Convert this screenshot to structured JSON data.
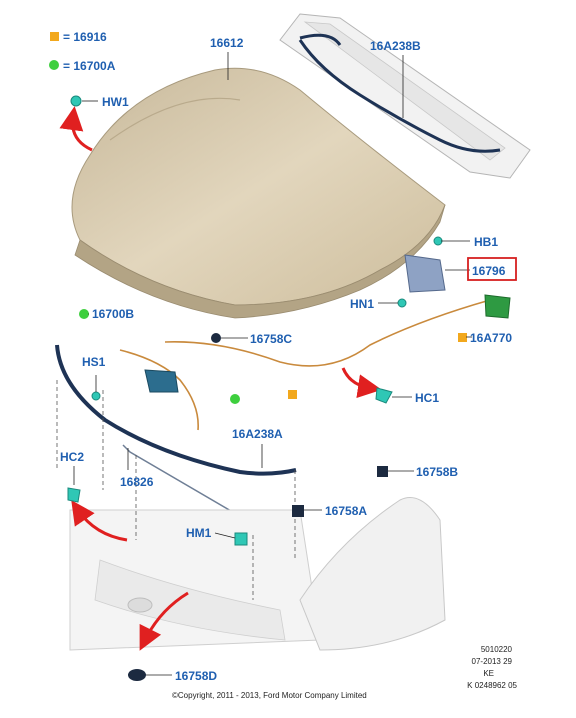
{
  "legend": [
    {
      "symbol": "square",
      "color": "#f2a81d",
      "text": "16916"
    },
    {
      "symbol": "circle",
      "color": "#3ecf3e",
      "text": "16700A"
    }
  ],
  "labels": {
    "l16612": "16612",
    "l16A238B": "16A238B",
    "lHW1": "HW1",
    "lHB1": "HB1",
    "l16796": "16796",
    "lHN1": "HN1",
    "l16A770": "16A770",
    "l16758C": "16758C",
    "l16700B": "16700B",
    "lHS1": "HS1",
    "lHC1": "HC1",
    "l16A238A": "16A238A",
    "lHC2": "HC2",
    "l16826": "16826",
    "l16758B": "16758B",
    "l16758A": "16758A",
    "lHM1": "HM1",
    "l16758D": "16758D"
  },
  "highlighted_part": "16796",
  "info": {
    "line1": "5010220",
    "line2": "07-2013 29",
    "line3": "KE",
    "line4": "K 0248962 05"
  },
  "copyright": "©Copyright, 2011 - 2013, Ford Motor Company Limited",
  "colors": {
    "label_blue": "#1f5fb0",
    "arrow_red": "#e02020",
    "part_teal": "#2fc7b5",
    "highlight_box": "#d62020"
  }
}
